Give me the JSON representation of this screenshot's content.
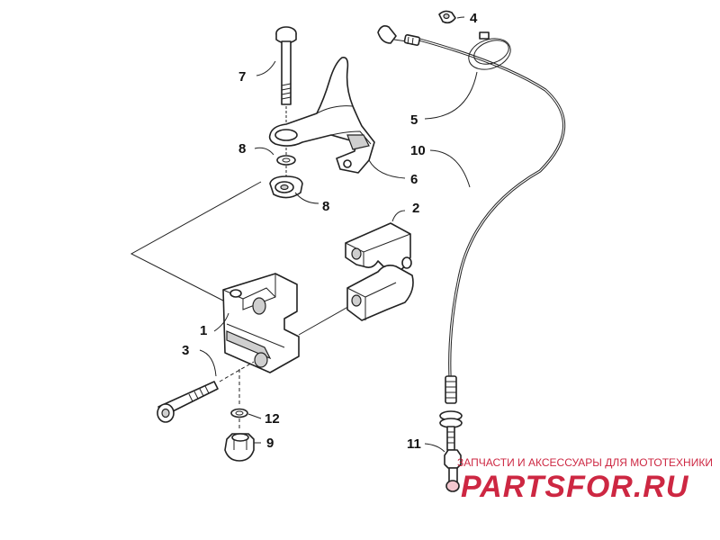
{
  "diagram": {
    "callouts": [
      {
        "id": "1",
        "label": "1"
      },
      {
        "id": "2",
        "label": "2"
      },
      {
        "id": "3",
        "label": "3"
      },
      {
        "id": "4",
        "label": "4"
      },
      {
        "id": "5",
        "label": "5"
      },
      {
        "id": "6",
        "label": "6"
      },
      {
        "id": "7",
        "label": "7"
      },
      {
        "id": "8a",
        "label": "8"
      },
      {
        "id": "8b",
        "label": "8"
      },
      {
        "id": "9",
        "label": "9"
      },
      {
        "id": "10",
        "label": "10"
      },
      {
        "id": "11",
        "label": "11"
      },
      {
        "id": "12",
        "label": "12"
      }
    ]
  },
  "watermark": {
    "tagline": "ЗАПЧАСТИ И АКСЕССУАРЫ ДЛЯ МОТОТЕХНИКИ",
    "logo": "PARTSFOR.RU",
    "color": "#c8102e"
  }
}
